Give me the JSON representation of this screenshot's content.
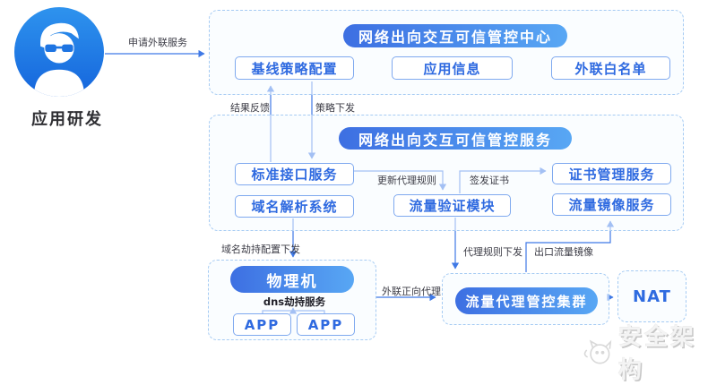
{
  "actor": {
    "label": "应用研发"
  },
  "edges": {
    "request": "申请外联服务",
    "feedback": "结果反馈",
    "policy_down": "策略下发",
    "update_proxy_rules": "更新代理规则",
    "issue_cert": "签发证书",
    "dns_hijack_config_down": "域名劫持配置下发",
    "proxy_rules_down": "代理规则下发",
    "egress_traffic_mirror": "出口流量镜像",
    "dns_hijack_service": "dns劫持服务",
    "outbound_forward_proxy": "外联正向代理"
  },
  "control_center": {
    "title": "网络出向交互可信管控中心",
    "nodes": [
      "基线策略配置",
      "应用信息",
      "外联白名单"
    ]
  },
  "control_service": {
    "title": "网络出向交互可信管控服务",
    "standard_api": "标准接口服务",
    "dns_resolver": "域名解析系统",
    "traffic_verify": "流量验证模块",
    "cert_mgmt": "证书管理服务",
    "traffic_mirror": "流量镜像服务"
  },
  "physical_machine": {
    "title": "物理机",
    "apps": [
      "APP",
      "APP"
    ]
  },
  "proxy_cluster": {
    "title": "流量代理管控集群"
  },
  "nat": {
    "label": "NAT"
  },
  "watermark": {
    "label": "安全架构"
  },
  "colors": {
    "accent": "#3f79e6",
    "pill_start": "#3d6fe2",
    "pill_end": "#58a7f4",
    "node_border": "#7fa9ef",
    "node_text": "#2f6ae0",
    "zone_dash": "#a6cbf3"
  }
}
